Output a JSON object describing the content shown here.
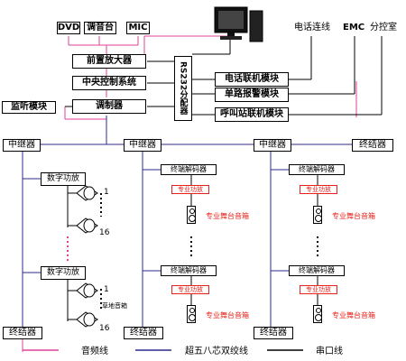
{
  "sources": {
    "dvd": "DVD",
    "mixer": "调音台",
    "mic": "MIC"
  },
  "control": {
    "preamp": "前置放大器",
    "central": "中央控制系统",
    "modulator": "调制器",
    "monitor": "监听模块",
    "rs232": "RS232分配器"
  },
  "right": {
    "phone_line": "电话连线",
    "emc": "EMC",
    "sub_room": "分控室",
    "phone_module": "电话联机模块",
    "alarm_module": "单路报警模块",
    "call_module": "呼叫站联机模块"
  },
  "hubs": {
    "hub": "中继器",
    "terminator": "终结器"
  },
  "amp": {
    "digital_amp": "数字功放",
    "num_1": "1",
    "num_16": "16",
    "ceiling_speaker": "草地音箱"
  },
  "decoder": {
    "terminal_decoder": "终端解码器",
    "pro_amp": "专业功放",
    "stage_speaker": "专业舞台音箱"
  },
  "legend": {
    "audio_line": "音频线",
    "twisted_pair": "超五八芯双绞线",
    "serial_line": "串口线"
  },
  "colors": {
    "audio": "#e0409a",
    "bus": "#2a2a8c",
    "serial": "#000000",
    "pro": "#e8231b"
  }
}
